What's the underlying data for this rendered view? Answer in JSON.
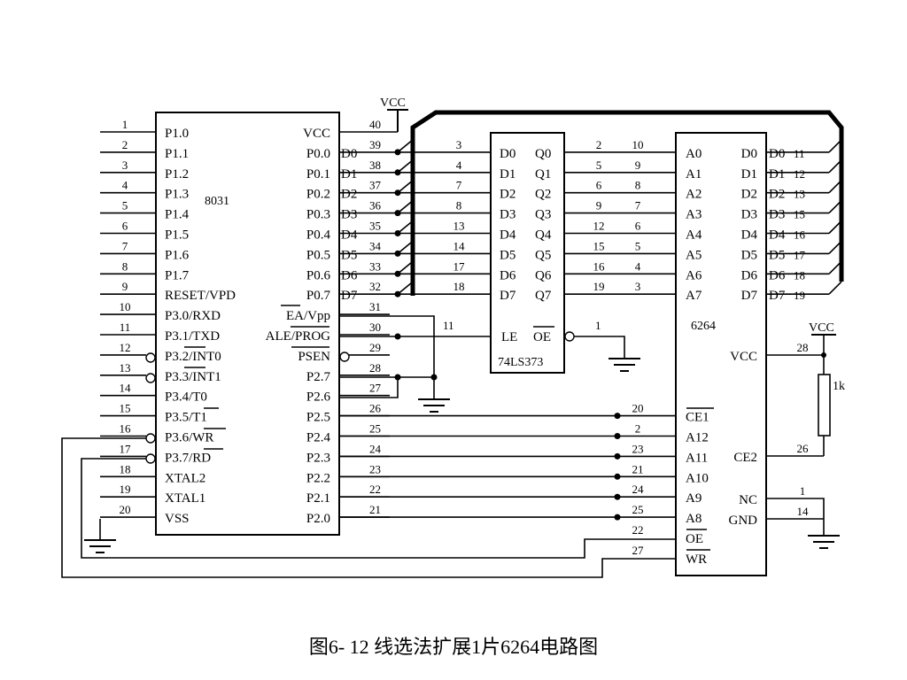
{
  "diagram": {
    "caption": "图6- 12  线选法扩展1片6264电路图",
    "resistor_label": "1k",
    "chips": {
      "mcu": {
        "name": "8031",
        "left_pins": [
          {
            "num": "1",
            "label": "P1.0"
          },
          {
            "num": "2",
            "label": "P1.1"
          },
          {
            "num": "3",
            "label": "P1.2"
          },
          {
            "num": "4",
            "label": "P1.3"
          },
          {
            "num": "5",
            "label": "P1.4"
          },
          {
            "num": "6",
            "label": "P1.5"
          },
          {
            "num": "7",
            "label": "P1.6"
          },
          {
            "num": "8",
            "label": "P1.7"
          },
          {
            "num": "9",
            "label": "RESET/VPD"
          },
          {
            "num": "10",
            "label": "P3.0/RXD"
          },
          {
            "num": "11",
            "label": "P3.1/TXD"
          },
          {
            "num": "12",
            "label": "P3.2/INT0"
          },
          {
            "num": "13",
            "label": "P3.3/INT1"
          },
          {
            "num": "14",
            "label": "P3.4/T0"
          },
          {
            "num": "15",
            "label": "P3.5/T1"
          },
          {
            "num": "16",
            "label": "P3.6/WR"
          },
          {
            "num": "17",
            "label": "P3.7/RD"
          },
          {
            "num": "18",
            "label": "XTAL2"
          },
          {
            "num": "19",
            "label": "XTAL1"
          },
          {
            "num": "20",
            "label": "VSS"
          }
        ],
        "right_pins": [
          {
            "num": "40",
            "label": "VCC"
          },
          {
            "num": "39",
            "label": "P0.0",
            "net": "D0"
          },
          {
            "num": "38",
            "label": "P0.1",
            "net": "D1"
          },
          {
            "num": "37",
            "label": "P0.2",
            "net": "D2"
          },
          {
            "num": "36",
            "label": "P0.3",
            "net": "D3"
          },
          {
            "num": "35",
            "label": "P0.4",
            "net": "D4"
          },
          {
            "num": "34",
            "label": "P0.5",
            "net": "D5"
          },
          {
            "num": "33",
            "label": "P0.6",
            "net": "D6"
          },
          {
            "num": "32",
            "label": "P0.7",
            "net": "D7"
          },
          {
            "num": "31",
            "label": "EA/Vpp"
          },
          {
            "num": "30",
            "label": "ALE/PROG"
          },
          {
            "num": "29",
            "label": "PSEN"
          },
          {
            "num": "28",
            "label": "P2.7"
          },
          {
            "num": "27",
            "label": "P2.6"
          },
          {
            "num": "26",
            "label": "P2.5"
          },
          {
            "num": "25",
            "label": "P2.4"
          },
          {
            "num": "24",
            "label": "P2.3"
          },
          {
            "num": "23",
            "label": "P2.2"
          },
          {
            "num": "22",
            "label": "P2.1"
          },
          {
            "num": "21",
            "label": "P2.0"
          }
        ],
        "vcc_label": "VCC"
      },
      "latch": {
        "name": "74LS373",
        "pins": [
          {
            "label": "D0",
            "in": "3",
            "out": "2",
            "q": "Q0"
          },
          {
            "label": "D1",
            "in": "4",
            "out": "5",
            "q": "Q1"
          },
          {
            "label": "D2",
            "in": "7",
            "out": "6",
            "q": "Q2"
          },
          {
            "label": "D3",
            "in": "8",
            "out": "9",
            "q": "Q3"
          },
          {
            "label": "D4",
            "in": "13",
            "out": "12",
            "q": "Q4"
          },
          {
            "label": "D5",
            "in": "14",
            "out": "15",
            "q": "Q5"
          },
          {
            "label": "D6",
            "in": "17",
            "out": "16",
            "q": "Q6"
          },
          {
            "label": "D7",
            "in": "18",
            "out": "19",
            "q": "Q7"
          }
        ],
        "le_label": "LE",
        "le_num": "11",
        "oe_label": "OE",
        "oe_num": "1"
      },
      "sram": {
        "name": "6264",
        "addr_pins": [
          {
            "num": "10",
            "label": "A0"
          },
          {
            "num": "9",
            "label": "A1"
          },
          {
            "num": "8",
            "label": "A2"
          },
          {
            "num": "7",
            "label": "A3"
          },
          {
            "num": "6",
            "label": "A4"
          },
          {
            "num": "5",
            "label": "A5"
          },
          {
            "num": "4",
            "label": "A6"
          },
          {
            "num": "3",
            "label": "A7"
          }
        ],
        "data_pins": [
          {
            "label": "D0",
            "net": "D0",
            "num": "11"
          },
          {
            "label": "D1",
            "net": "D1",
            "num": "12"
          },
          {
            "label": "D2",
            "net": "D2",
            "num": "13"
          },
          {
            "label": "D3",
            "net": "D3",
            "num": "15"
          },
          {
            "label": "D4",
            "net": "D4",
            "num": "16"
          },
          {
            "label": "D5",
            "net": "D5",
            "num": "17"
          },
          {
            "label": "D6",
            "net": "D6",
            "num": "18"
          },
          {
            "label": "D7",
            "net": "D7",
            "num": "19"
          }
        ],
        "high_pins": [
          {
            "num": "20",
            "label": "CE1"
          },
          {
            "num": "2",
            "label": "A12"
          },
          {
            "num": "23",
            "label": "A11"
          },
          {
            "num": "21",
            "label": "A10"
          },
          {
            "num": "24",
            "label": "A9"
          },
          {
            "num": "25",
            "label": "A8"
          },
          {
            "num": "22",
            "label": "OE"
          },
          {
            "num": "27",
            "label": "WR"
          }
        ],
        "right_pins": [
          {
            "num": "28",
            "label": "VCC"
          },
          {
            "num": "26",
            "label": "CE2"
          },
          {
            "num": "1",
            "label": "NC"
          },
          {
            "num": "14",
            "label": "GND"
          }
        ],
        "vcc_label": "VCC"
      }
    }
  }
}
